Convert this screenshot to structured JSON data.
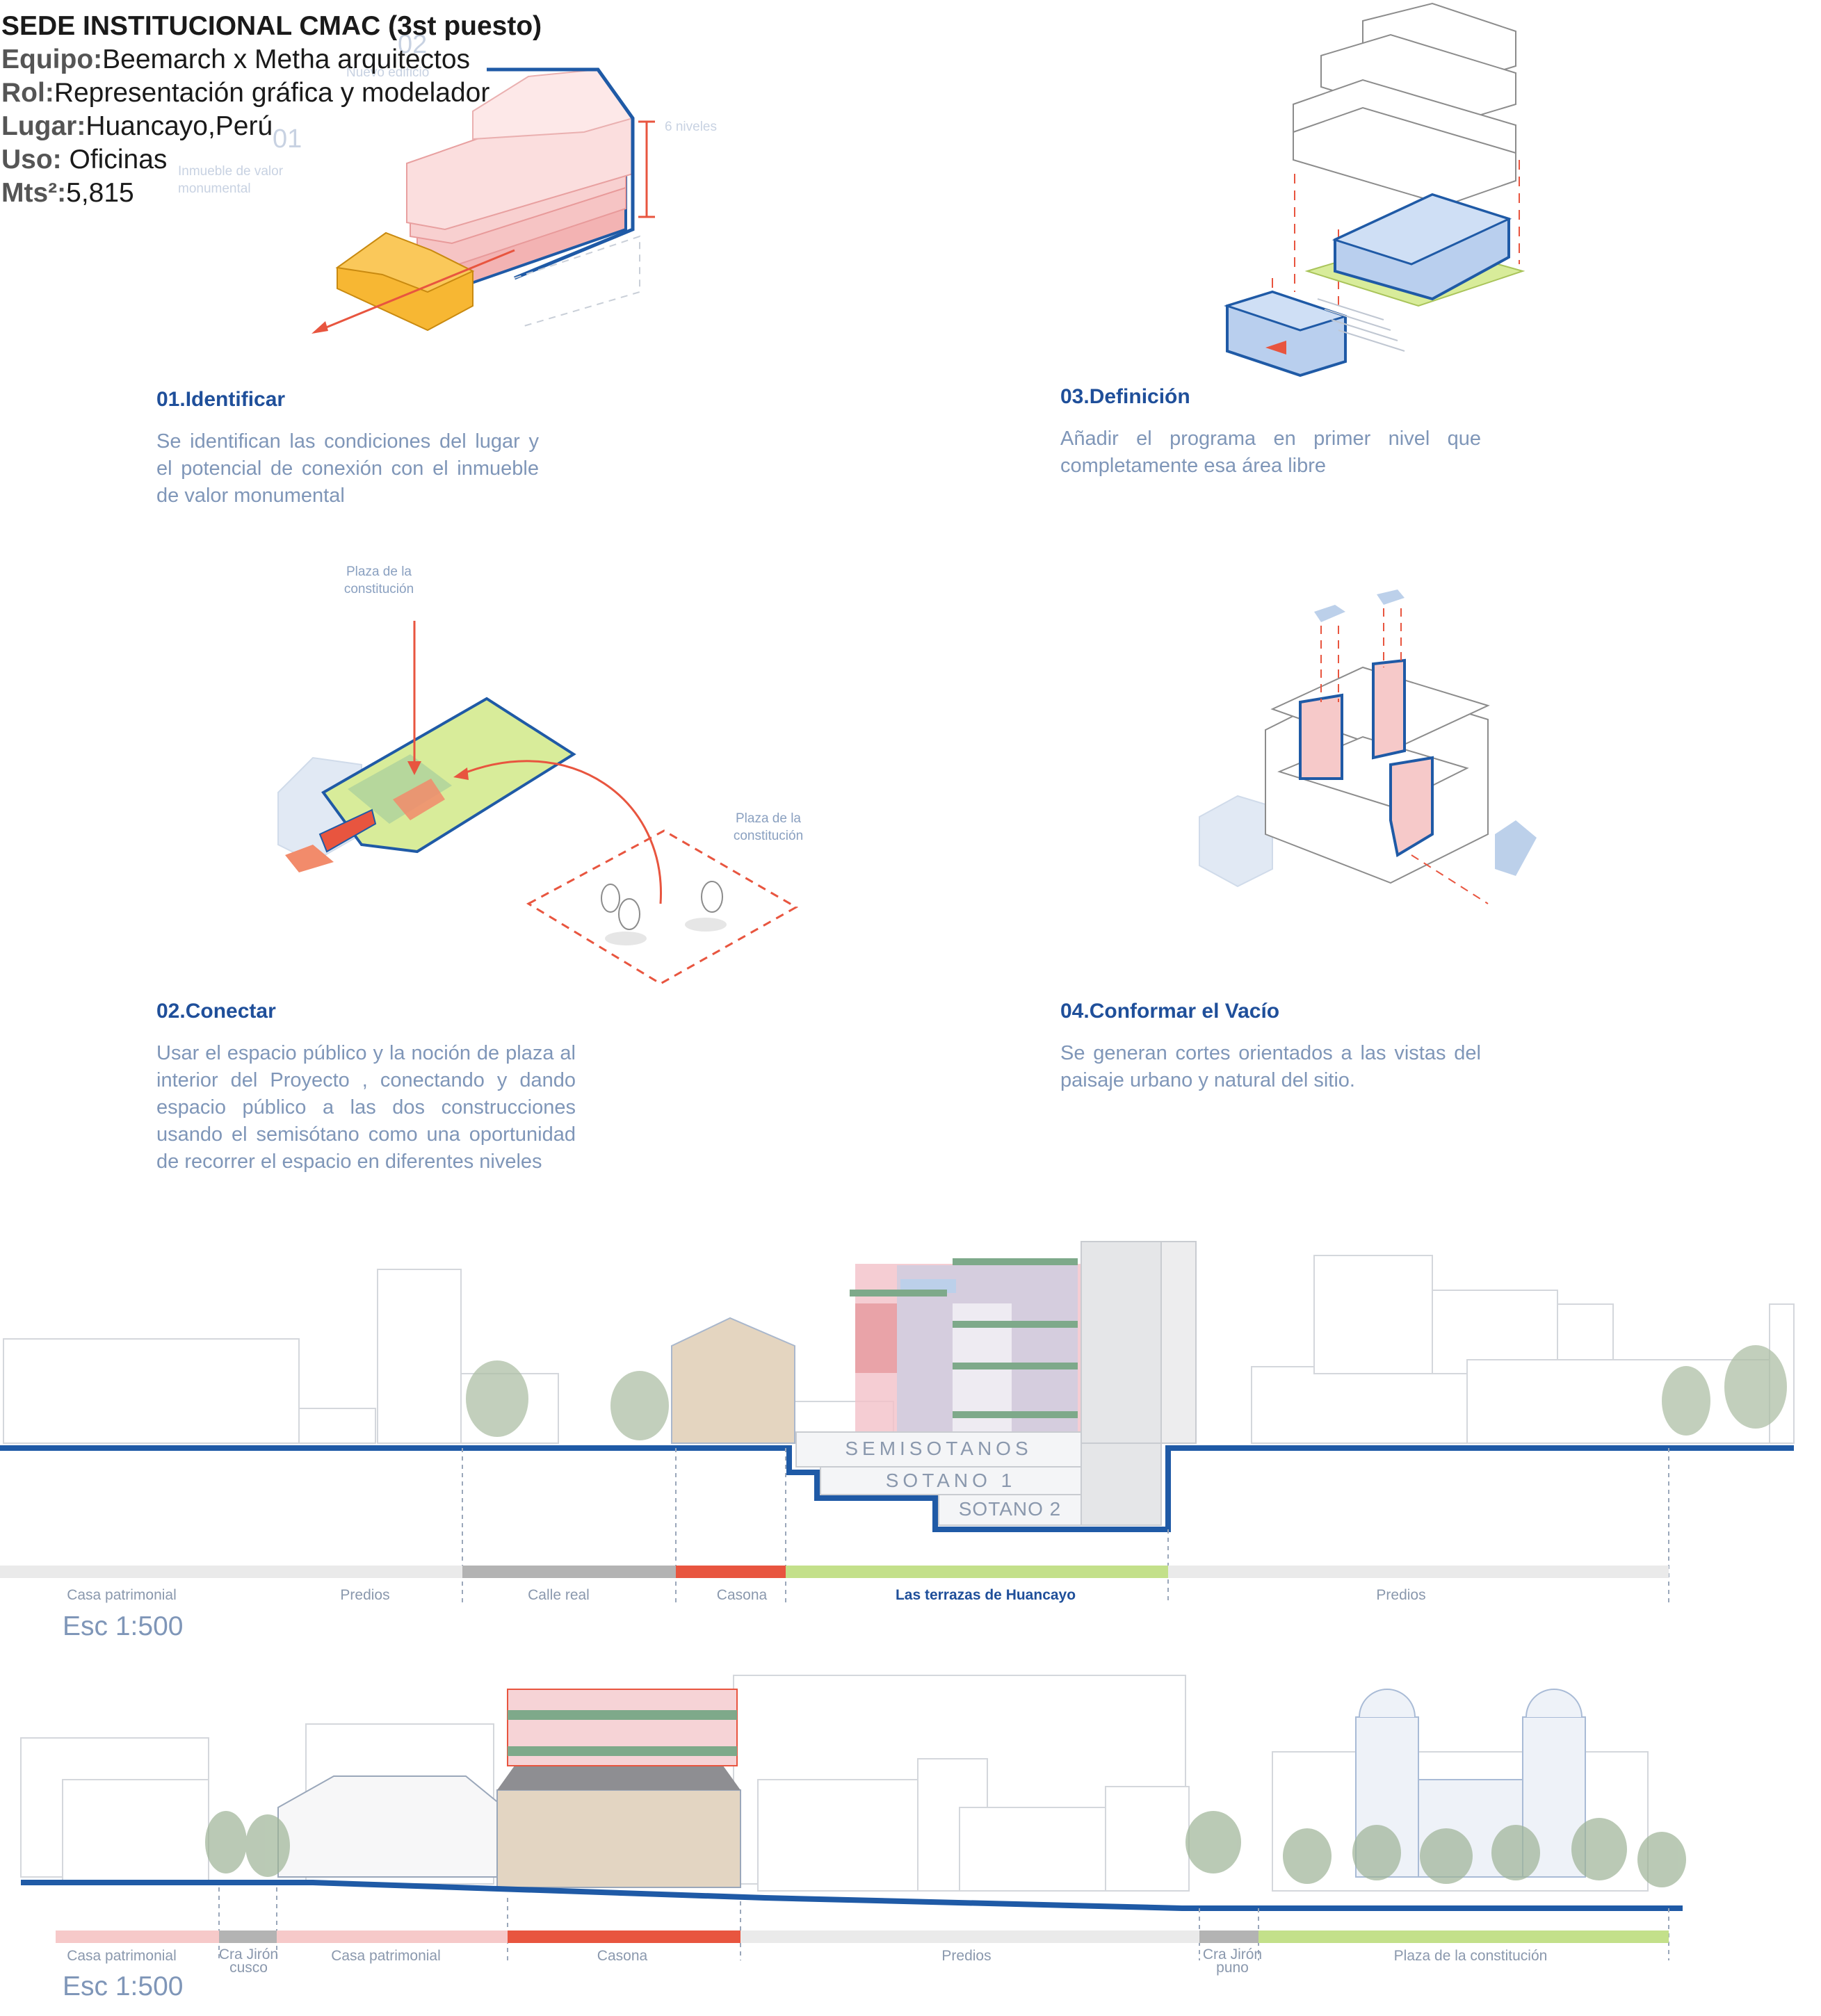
{
  "header": {
    "title": "SEDE INSTITUCIONAL CMAC (3st puesto)",
    "team_key": "Equipo:",
    "team_value": "Beemarch x Metha arquitectos",
    "role_key": "Rol:",
    "role_value": "Representación gráfica y modelador",
    "place_key": "Lugar:",
    "place_value": "Huancayo,Perú",
    "use_key": "Uso:",
    "use_value": " Oficinas",
    "area_key": "Mts²:",
    "area_value": "5,815"
  },
  "diagram_labels": {
    "num_02": "02",
    "new_building": "Nuevo edificio",
    "num_01": "01",
    "monument": "Inmueble de valor monumental",
    "levels": "6 niveles",
    "plaza_top": "Plaza de la constitución",
    "plaza_right": "Plaza de la constitución"
  },
  "steps": [
    {
      "title": "01.Identificar",
      "body": "Se identifican las condiciones del lugar y el potencial de conexión con el inmueble de valor monumental"
    },
    {
      "title": "03.Definición",
      "body": "Añadir el programa en primer nivel que completamente esa área libre"
    },
    {
      "title": "02.Conectar",
      "body": "Usar el espacio público y la noción de plaza al interior del Proyecto , conectando y dando espacio público a las dos construcciones usando el semisótano como una oportunidad de recorrer el espacio en diferentes niveles"
    },
    {
      "title": "04.Conformar el Vacío",
      "body": "Se generan cortes orientados a las vistas del paisaje urbano y natural del sitio."
    }
  ],
  "section1": {
    "levels": [
      "SEMISOTANOS",
      "SOTANO 1",
      "SOTANO 2"
    ],
    "zones": [
      "Casa patrimonial",
      "Predios",
      "Calle real",
      "Casona",
      "Las terrazas de Huancayo",
      "Predios"
    ],
    "scale": "Esc 1:500"
  },
  "section2": {
    "zones": [
      "Casa patrimonial",
      "Cra Jirón cusco",
      "Casa patrimonial",
      "Casona",
      "Predios",
      "Cra Jirón puno",
      "Plaza de la constitución"
    ],
    "scale": "Esc 1:500"
  },
  "colors": {
    "blue": "#1f5aa6",
    "pink": "#f6c9c9",
    "red": "#e8553f",
    "yellow": "#f7b733",
    "green": "#d8ec9a",
    "lightblue": "#bcd0ea",
    "grey": "#b3b3b3"
  }
}
